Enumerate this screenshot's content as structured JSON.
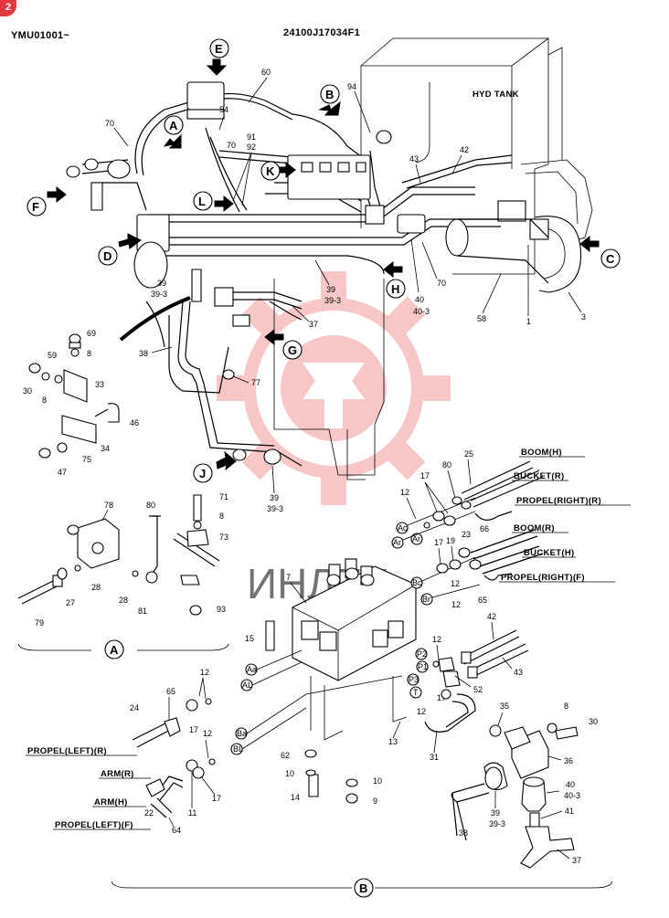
{
  "header": {
    "badge": "2",
    "serial": "YMU01001~",
    "drawing_number": "24100J17034F1"
  },
  "watermark": {
    "text": "ИНЛТХ",
    "color": "#e8464a"
  },
  "tank_label": "HYD TANK",
  "circle_labels": [
    "A",
    "B",
    "C",
    "D",
    "E",
    "F",
    "G",
    "H",
    "J",
    "K",
    "L"
  ],
  "view_labels": {
    "a": "A",
    "b": "B"
  },
  "hose_labels": {
    "boom_h": "BOOM(H)",
    "bucket_r": "BUCKET(R)",
    "propel_right_r": "PROPEL(RIGHT)(R)",
    "boom_r": "BOOM(R)",
    "bucket_h": "BUCKET(H)",
    "propel_right_f": "PROPEL(RIGHT)(F)",
    "propel_left_r": "PROPEL(LEFT)(R)",
    "arm_r": "ARM(R)",
    "arm_h": "ARM(H)",
    "propel_left_f": "PROPEL(LEFT)(F)"
  },
  "port_labels": [
    "Ac",
    "Ar",
    "Bc",
    "Br",
    "P2",
    "P1",
    "P3",
    "T",
    "Aa",
    "AL",
    "Ba",
    "BL"
  ],
  "callouts": {
    "p1": "1",
    "p3": "3",
    "p7": "7",
    "p8": "8",
    "p9": "9",
    "p10": "10",
    "p11": "11",
    "p12": "12",
    "p13": "13",
    "p14": "14",
    "p15": "15",
    "p17": "17",
    "p19": "19",
    "p22": "22",
    "p23": "23",
    "p24": "24",
    "p25": "25",
    "p27": "27",
    "p28": "28",
    "p30": "30",
    "p31": "31",
    "p33": "33",
    "p34": "34",
    "p35": "35",
    "p36": "36",
    "p37": "37",
    "p38": "38",
    "p39": "39",
    "p39_3": "39-3",
    "p40": "40",
    "p40_3": "40-3",
    "p41": "41",
    "p42": "42",
    "p43": "43",
    "p46": "46",
    "p47": "47",
    "p52": "52",
    "p54": "54",
    "p58": "58",
    "p59": "59",
    "p60": "60",
    "p62": "62",
    "p64": "64",
    "p65": "65",
    "p66": "66",
    "p69": "69",
    "p70": "70",
    "p71": "71",
    "p73": "73",
    "p75": "75",
    "p77": "77",
    "p78": "78",
    "p79": "79",
    "p80": "80",
    "p81": "81",
    "p91": "91",
    "p92": "92",
    "p93": "93",
    "p94": "94"
  }
}
